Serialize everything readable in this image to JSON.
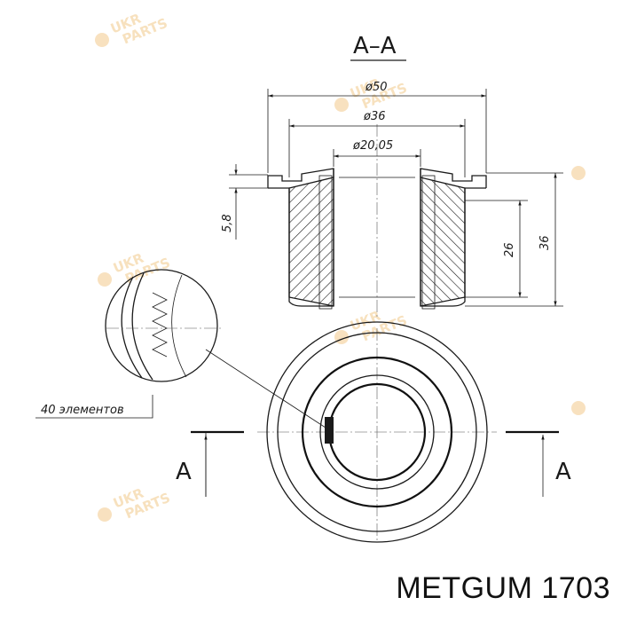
{
  "section_label": "A–A",
  "dimensions": {
    "d50": "ø50",
    "d36": "ø36",
    "d20": "ø20,05",
    "h58": "5,8",
    "h26": "26",
    "h36": "36"
  },
  "detail_label": "40 элементов",
  "cut_marks": {
    "left": "A",
    "right": "A"
  },
  "watermark": {
    "line1": "UKR",
    "line2": "PARTS"
  },
  "caption": {
    "brand": "METGUM",
    "part_number": "1703"
  },
  "colors": {
    "ink": "#1a1a1a",
    "watermark": "#f2c98a"
  }
}
